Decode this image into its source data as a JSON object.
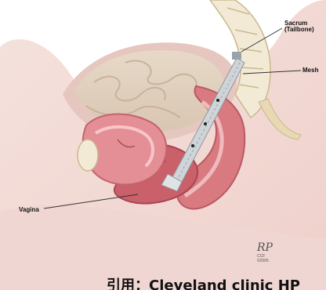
{
  "labels": {
    "sacrum": "Sacrum\n(Tailbone)",
    "mesh": "Mesh",
    "vagina": "Vagina"
  },
  "signature": {
    "mark": "RP",
    "org": "CCF",
    "year": "©2005"
  },
  "caption": "引用：Cleveland clinic HP"
}
